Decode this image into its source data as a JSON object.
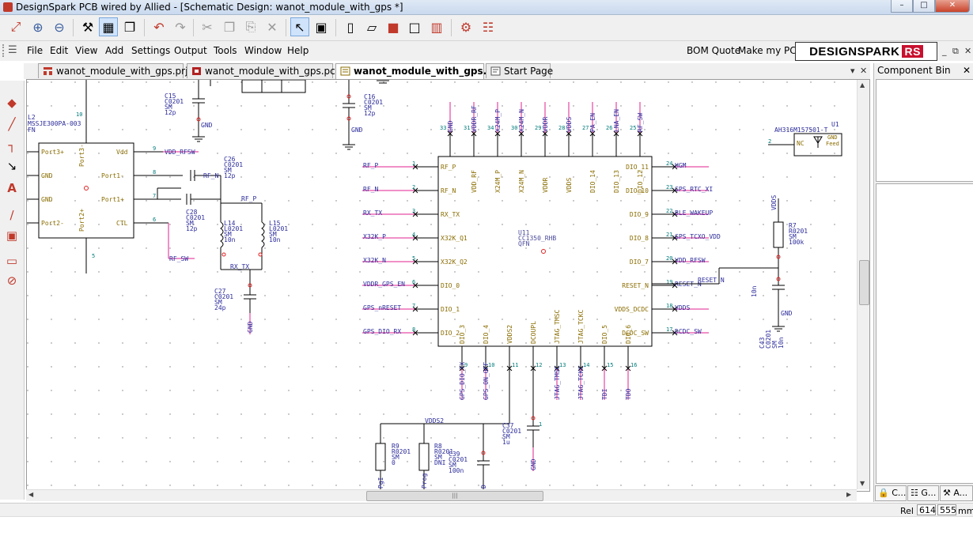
{
  "window": {
    "title": "DesignSpark PCB wired by Allied - [Schematic Design: wanot_module_with_gps *]",
    "minimize": "–",
    "maximize": "□",
    "close": "✕"
  },
  "menu": {
    "file": "File",
    "edit": "Edit",
    "view": "View",
    "add": "Add",
    "settings": "Settings",
    "output": "Output",
    "tools": "Tools",
    "window": "Window",
    "help": "Help",
    "bom_quote": "BOM Quote",
    "make_my_pcb": "Make my PCB",
    "logo_text": "DESIGNSPARK",
    "logo_badge": "RS",
    "mdi_min": "_",
    "mdi_restore": "⧉",
    "mdi_close": "✕"
  },
  "tabs": [
    {
      "label": "wanot_module_with_gps.prj",
      "active": false
    },
    {
      "label": "wanot_module_with_gps.pcb",
      "active": false
    },
    {
      "label": "wanot_module_with_gps.sch",
      "active": true
    },
    {
      "label": "Start Page",
      "active": false
    }
  ],
  "tab_menu": "▾",
  "tab_close": "✕",
  "component_bin": {
    "title": "Component Bin",
    "close": "✕",
    "tabs": [
      "C...",
      "G...",
      "A..."
    ]
  },
  "status": {
    "mode": "Rel",
    "x": "614",
    "y": "555",
    "units": "mm"
  },
  "schematic": {
    "u11": {
      "ref": "U11",
      "value": "CC1350_RHB",
      "pkg": "QFN"
    },
    "top_pins": [
      {
        "num": "33",
        "net": "GND",
        "label": ""
      },
      {
        "num": "31",
        "net": "VDDR_RF",
        "label": "VDD_RF"
      },
      {
        "num": "34",
        "net": "X24M_P",
        "label": "X24M_P"
      },
      {
        "num": "30",
        "net": "X24M_N",
        "label": "X24M_N"
      },
      {
        "num": "29",
        "net": "VDDR",
        "label": "VDDR"
      },
      {
        "num": "28",
        "net": "VDDS",
        "label": "VDDS"
      },
      {
        "num": "27",
        "net": "PA_EN",
        "label": "DIO_14"
      },
      {
        "num": "26",
        "net": "LNA_EN",
        "label": "DIO_13"
      },
      {
        "num": "25",
        "net": "RF_SW",
        "label": "DIO_12"
      }
    ],
    "left_pins": [
      {
        "num": "1",
        "net": "RF_P",
        "label": "RF_P"
      },
      {
        "num": "2",
        "net": "RF_N",
        "label": "RF_N"
      },
      {
        "num": "3",
        "net": "RX_TX",
        "label": "RX_TX"
      },
      {
        "num": "4",
        "net": "X32K_P",
        "label": "X32K_Q1"
      },
      {
        "num": "5",
        "net": "X32K_N",
        "label": "X32K_Q2"
      },
      {
        "num": "6",
        "net": "VDDR_GPS_EN",
        "label": "DIO_0"
      },
      {
        "num": "7",
        "net": "GPS_nRESET",
        "label": "DIO_1"
      },
      {
        "num": "8",
        "net": "GPS_DIO_RX",
        "label": "DIO_2"
      }
    ],
    "right_pins": [
      {
        "num": "24",
        "net": "HGM",
        "label": "DIO_11"
      },
      {
        "num": "23",
        "net": "GPS_RTC_XI",
        "label": "DIO_10"
      },
      {
        "num": "22",
        "net": "BLE_WAKEUP",
        "label": "DIO_9"
      },
      {
        "num": "21",
        "net": "GPS_TCXO_VDD",
        "label": "DIO_8"
      },
      {
        "num": "20",
        "net": "VDD_RFSW",
        "label": "DIO_7"
      },
      {
        "num": "19",
        "net": "RESET_N",
        "label": "RESET_N"
      },
      {
        "num": "18",
        "net": "VDDS",
        "label": "VDDS_DCDC"
      },
      {
        "num": "17",
        "net": "DCDC_SW",
        "label": "DCDC_SW"
      }
    ],
    "bottom_pins": [
      {
        "num": "9",
        "net": "GPS_DIO_TX",
        "label": "DIO_3"
      },
      {
        "num": "10",
        "net": "GPS_ON_OFF",
        "label": "DIO_4"
      },
      {
        "num": "11",
        "net": "",
        "label": "VDDS2"
      },
      {
        "num": "12",
        "net": "",
        "label": "DCOUPL"
      },
      {
        "num": "13",
        "net": "JTAG_TMSC",
        "label": "JTAG_TMSC"
      },
      {
        "num": "14",
        "net": "JTAG_TCKC",
        "label": "JTAG_TCKC"
      },
      {
        "num": "15",
        "net": "TDI",
        "label": "DIO_5"
      },
      {
        "num": "16",
        "net": "TDO",
        "label": "DIO_6"
      }
    ],
    "l2": {
      "ref": "L2",
      "value": "MSSJE300PA-003",
      "pkg": "FN",
      "pin10": "10",
      "pin5": "5",
      "pins_left": [
        "Port3+",
        "GND",
        "GND",
        "Port2-"
      ],
      "pins_right": [
        "Vdd",
        "Port1-",
        "Port1+",
        "CTL"
      ],
      "inner_top": "Port3-",
      "inner_bot": "Port2+",
      "pin_nums": [
        "9",
        "8",
        "7",
        "6"
      ]
    },
    "nets": {
      "vdd_rfsw": "VDD_RFSW",
      "rf_n": "RF_N",
      "rf_p": "RF_P",
      "rf_sw": "RF_SW",
      "rx_tx": "RX_TX",
      "gnd": "GND",
      "vdds": "VDDS",
      "vdds2": "VDDS2",
      "reset_n": "RESET_N"
    },
    "c15": {
      "ref": "C15",
      "value": "C0201",
      "pkg": "SM",
      "val": "12p"
    },
    "c16": {
      "ref": "C16",
      "value": "C0201",
      "pkg": "SM",
      "val": "12p"
    },
    "c26": {
      "ref": "C26",
      "value": "C0201",
      "pkg": "SM",
      "val": "12p"
    },
    "c28": {
      "ref": "C28",
      "value": "C0201",
      "pkg": "SM",
      "val": "12p"
    },
    "c27": {
      "ref": "C27",
      "value": "C0201",
      "pkg": "SM",
      "val": "24p"
    },
    "l14": {
      "ref": "L14",
      "value": "L0201",
      "pkg": "SM",
      "val": "10n"
    },
    "l15": {
      "ref": "L15",
      "value": "L0201",
      "pkg": "SM",
      "val": "10n"
    },
    "u1": {
      "ref": "U1",
      "value": "AH316M157501-T",
      "pin_nc": "NC",
      "pin_gnd": "GND",
      "pin_feed": "Feed",
      "pin2": "2"
    },
    "r7": {
      "ref": "R7",
      "value": "R0201",
      "pkg": "SM",
      "val": "100k"
    },
    "c43": {
      "ref": "C43",
      "value": "C0201",
      "pkg": "SM",
      "val": "10n",
      "side": "10n"
    },
    "r9": {
      "ref": "R9",
      "value": "R0201",
      "pkg": "SM",
      "val": "0"
    },
    "r8": {
      "ref": "R8",
      "value": "R0201",
      "pkg": "SM",
      "val": "DNI"
    },
    "c39": {
      "ref": "C39",
      "value": "C0201",
      "pkg": "SM",
      "val": "100n"
    },
    "c37": {
      "ref": "C37",
      "value": "C0201",
      "pkg": "SM",
      "val": "1u"
    },
    "frag": {
      "prog": "Prog",
      "pgi": "PgI",
      "d": "D",
      "c_side": "1"
    }
  }
}
